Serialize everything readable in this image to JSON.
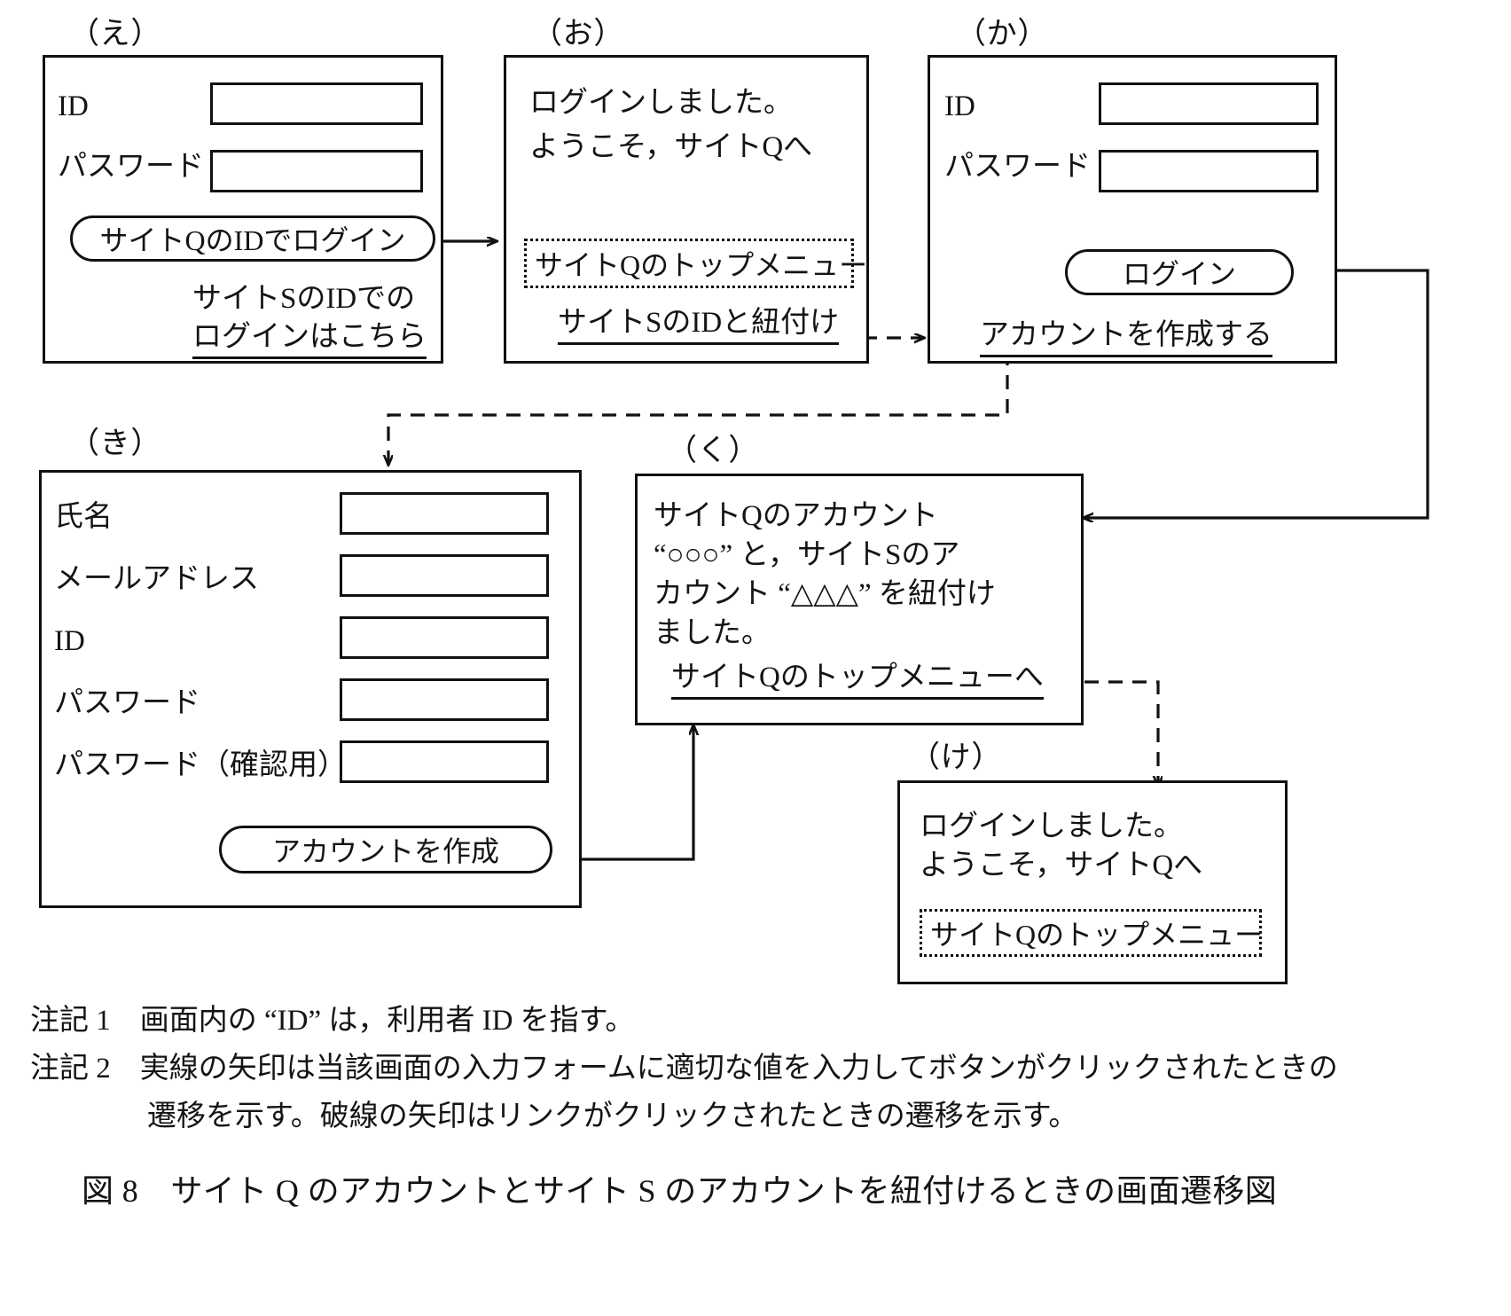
{
  "figure": {
    "caption": "図 8　サイト Q のアカウントとサイト S のアカウントを紐付けるときの画面遷移図"
  },
  "notes": [
    "注記 1　画面内の “ID” は，利用者 ID を指す。",
    "注記 2　実線の矢印は当該画面の入力フォームに適切な値を入力してボタンがクリックされたときの",
    "　　　　遷移を示す。破線の矢印はリンクがクリックされたときの遷移を示す。"
  ],
  "screens": {
    "e": {
      "tag": "（え）",
      "fields": [
        {
          "label": "ID"
        },
        {
          "label": "パスワード"
        }
      ],
      "button": "サイトQのIDでログイン",
      "text_line1": "サイトSのIDでの",
      "link_text": "ログインはこちら"
    },
    "o": {
      "tag": "（お）",
      "message_line1": "ログインしました。",
      "message_line2": "ようこそ，サイトQへ",
      "menu": "サイトQのトップメニュー",
      "link": "サイトSのIDと紐付け"
    },
    "ka": {
      "tag": "（か）",
      "fields": [
        {
          "label": "ID"
        },
        {
          "label": "パスワード"
        }
      ],
      "button": "ログイン",
      "link": "アカウントを作成する"
    },
    "ki": {
      "tag": "（き）",
      "fields": [
        {
          "label": "氏名"
        },
        {
          "label": "メールアドレス"
        },
        {
          "label": "ID"
        },
        {
          "label": "パスワード"
        },
        {
          "label": "パスワード（確認用）"
        }
      ],
      "button": "アカウントを作成"
    },
    "ku": {
      "tag": "（く）",
      "message_line1": "サイトQのアカウント",
      "message_line2": "“○○○” と，サイトSのア",
      "message_line3": "カウント “△△△” を紐付け",
      "message_line4": "ました。",
      "link": "サイトQのトップメニューへ"
    },
    "ke": {
      "tag": "（け）",
      "message_line1": "ログインしました。",
      "message_line2": "ようこそ，サイトQへ",
      "menu": "サイトQのトップメニュー"
    }
  },
  "colors": {
    "ink": "#111111",
    "paper": "#ffffff"
  }
}
